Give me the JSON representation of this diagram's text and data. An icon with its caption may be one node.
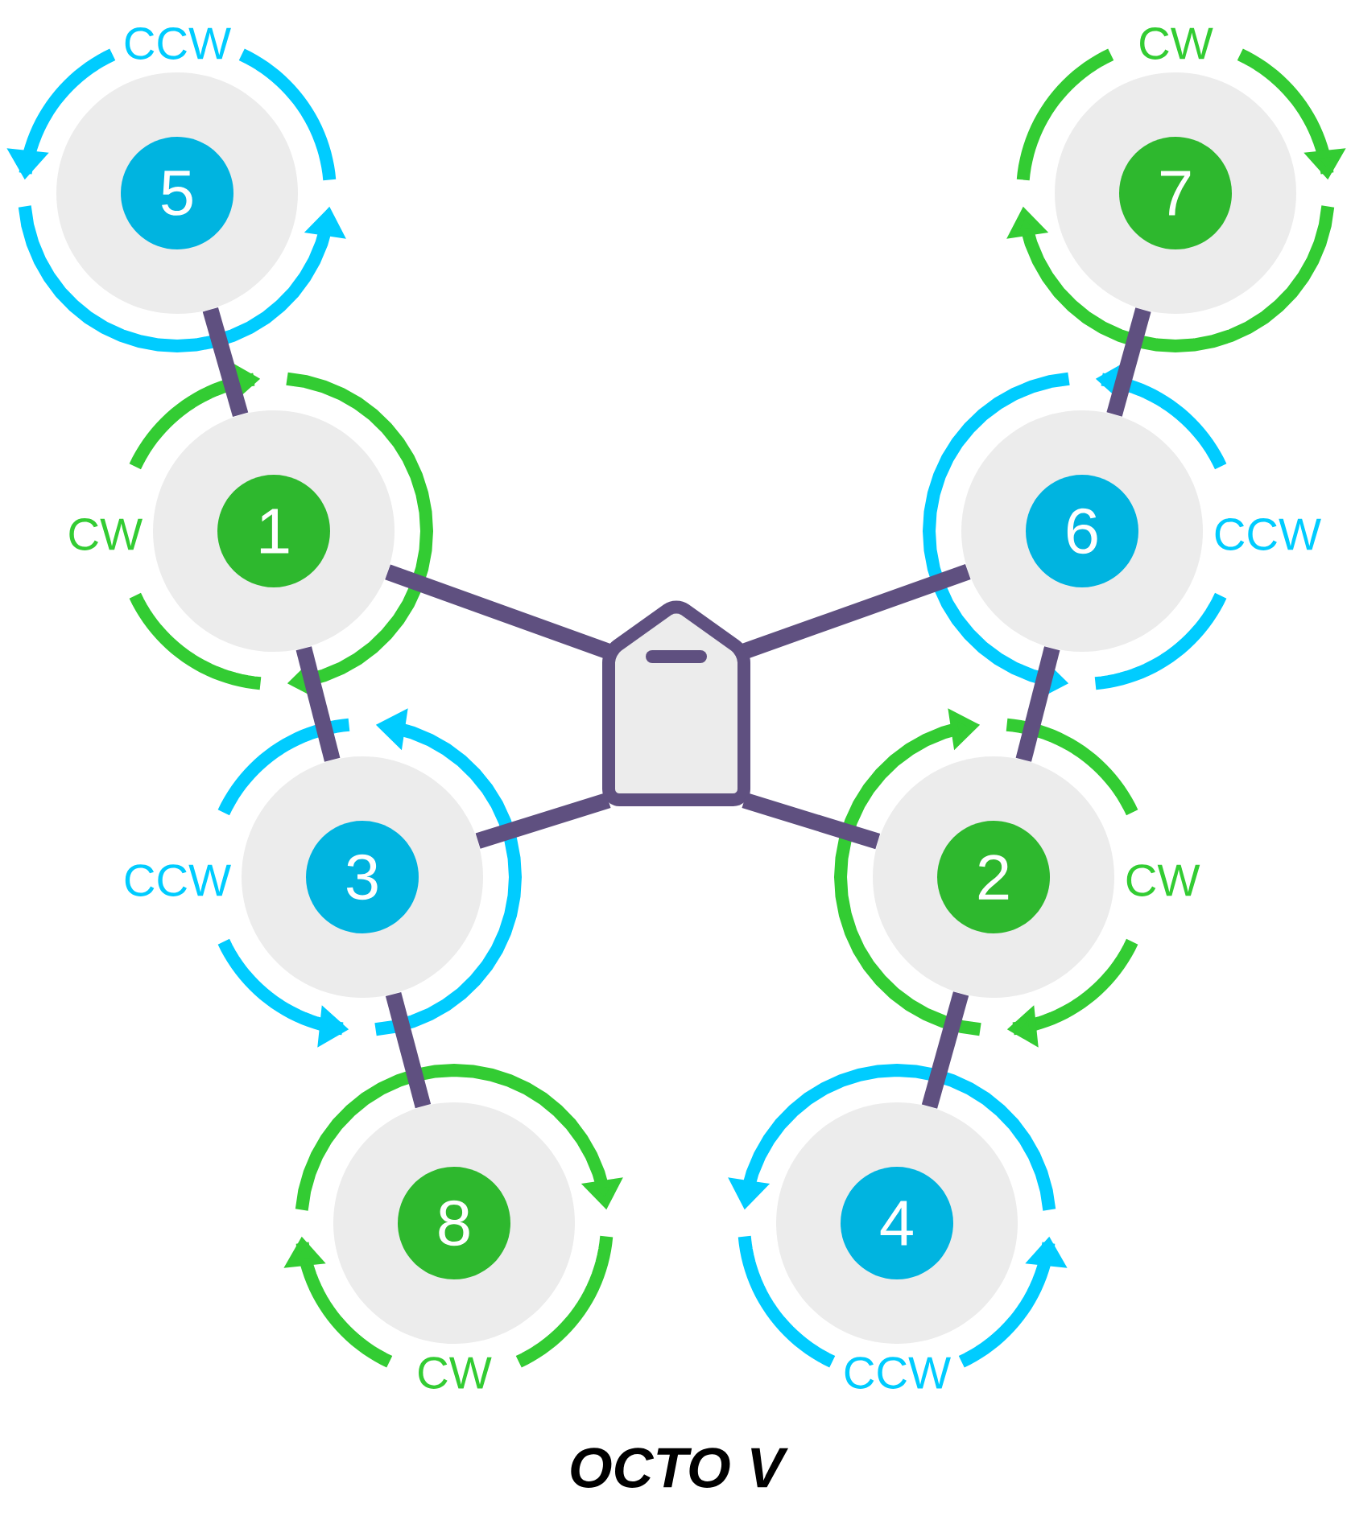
{
  "diagram": {
    "title": "OCTO V",
    "nodes": [
      {
        "text": [
          "5"
        ],
        "beside": [
          "CCW"
        ]
      },
      {
        "text": [
          "7"
        ],
        "beside": [
          "CW"
        ]
      },
      {
        "text": [
          "1"
        ],
        "beside": [
          "CW"
        ]
      },
      {
        "text": [
          "6"
        ],
        "beside": [
          "CCW"
        ]
      },
      {
        "text": [],
        "shape": "box"
      },
      {
        "text": [
          "3"
        ],
        "beside": [
          "CCW"
        ]
      },
      {
        "text": [
          "2"
        ],
        "beside": [
          "CW"
        ]
      },
      {
        "text": [
          "8"
        ],
        "beside": [
          "CW"
        ]
      },
      {
        "text": [
          "4"
        ],
        "beside": [
          "CCW"
        ]
      }
    ],
    "edges": [
      {
        "from": 4,
        "to": 2,
        "arrow": "none"
      },
      {
        "from": 4,
        "to": 5,
        "arrow": "none"
      },
      {
        "from": 0,
        "to": 2,
        "arrow": "none"
      },
      {
        "from": 2,
        "to": 5,
        "arrow": "none"
      },
      {
        "from": 5,
        "to": 7,
        "arrow": "none"
      },
      {
        "from": 4,
        "to": 3,
        "arrow": "none"
      },
      {
        "from": 4,
        "to": 6,
        "arrow": "none"
      },
      {
        "from": 1,
        "to": 3,
        "arrow": "none"
      },
      {
        "from": 3,
        "to": 6,
        "arrow": "none"
      },
      {
        "from": 6,
        "to": 8,
        "arrow": "none"
      }
    ]
  }
}
